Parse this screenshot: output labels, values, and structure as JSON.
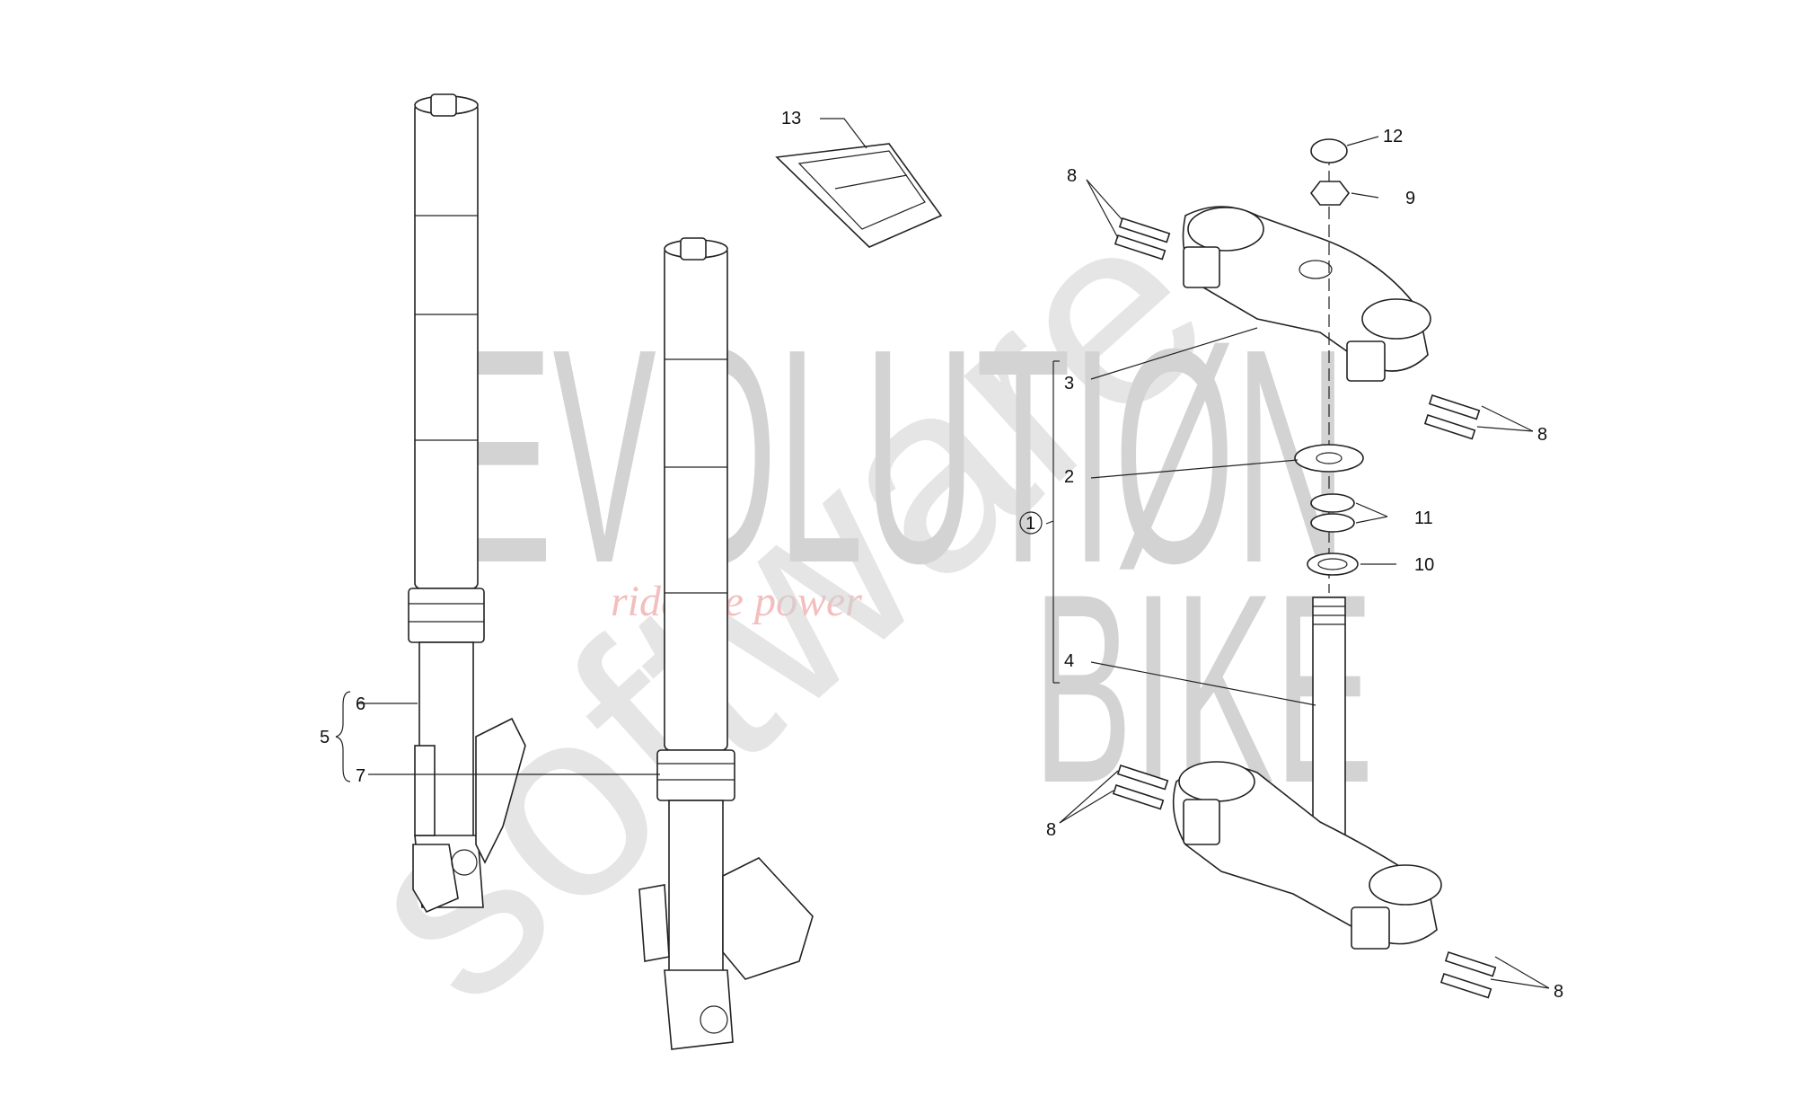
{
  "watermark": {
    "line1": "EVOLUTIØN",
    "line2": "BIKE",
    "tagline": "ride the power",
    "diagonal": "software"
  },
  "callouts": {
    "c1": "1",
    "c2": "2",
    "c3": "3",
    "c4": "4",
    "c5": "5",
    "c6": "6",
    "c7": "7",
    "c8a": "8",
    "c8b": "8",
    "c8c": "8",
    "c8d": "8",
    "c9": "9",
    "c10": "10",
    "c11": "11",
    "c12": "12",
    "c13": "13"
  },
  "colors": {
    "ink": "#222222",
    "watermark": "#cfcfcf",
    "tagline": "#f2b8b8"
  }
}
